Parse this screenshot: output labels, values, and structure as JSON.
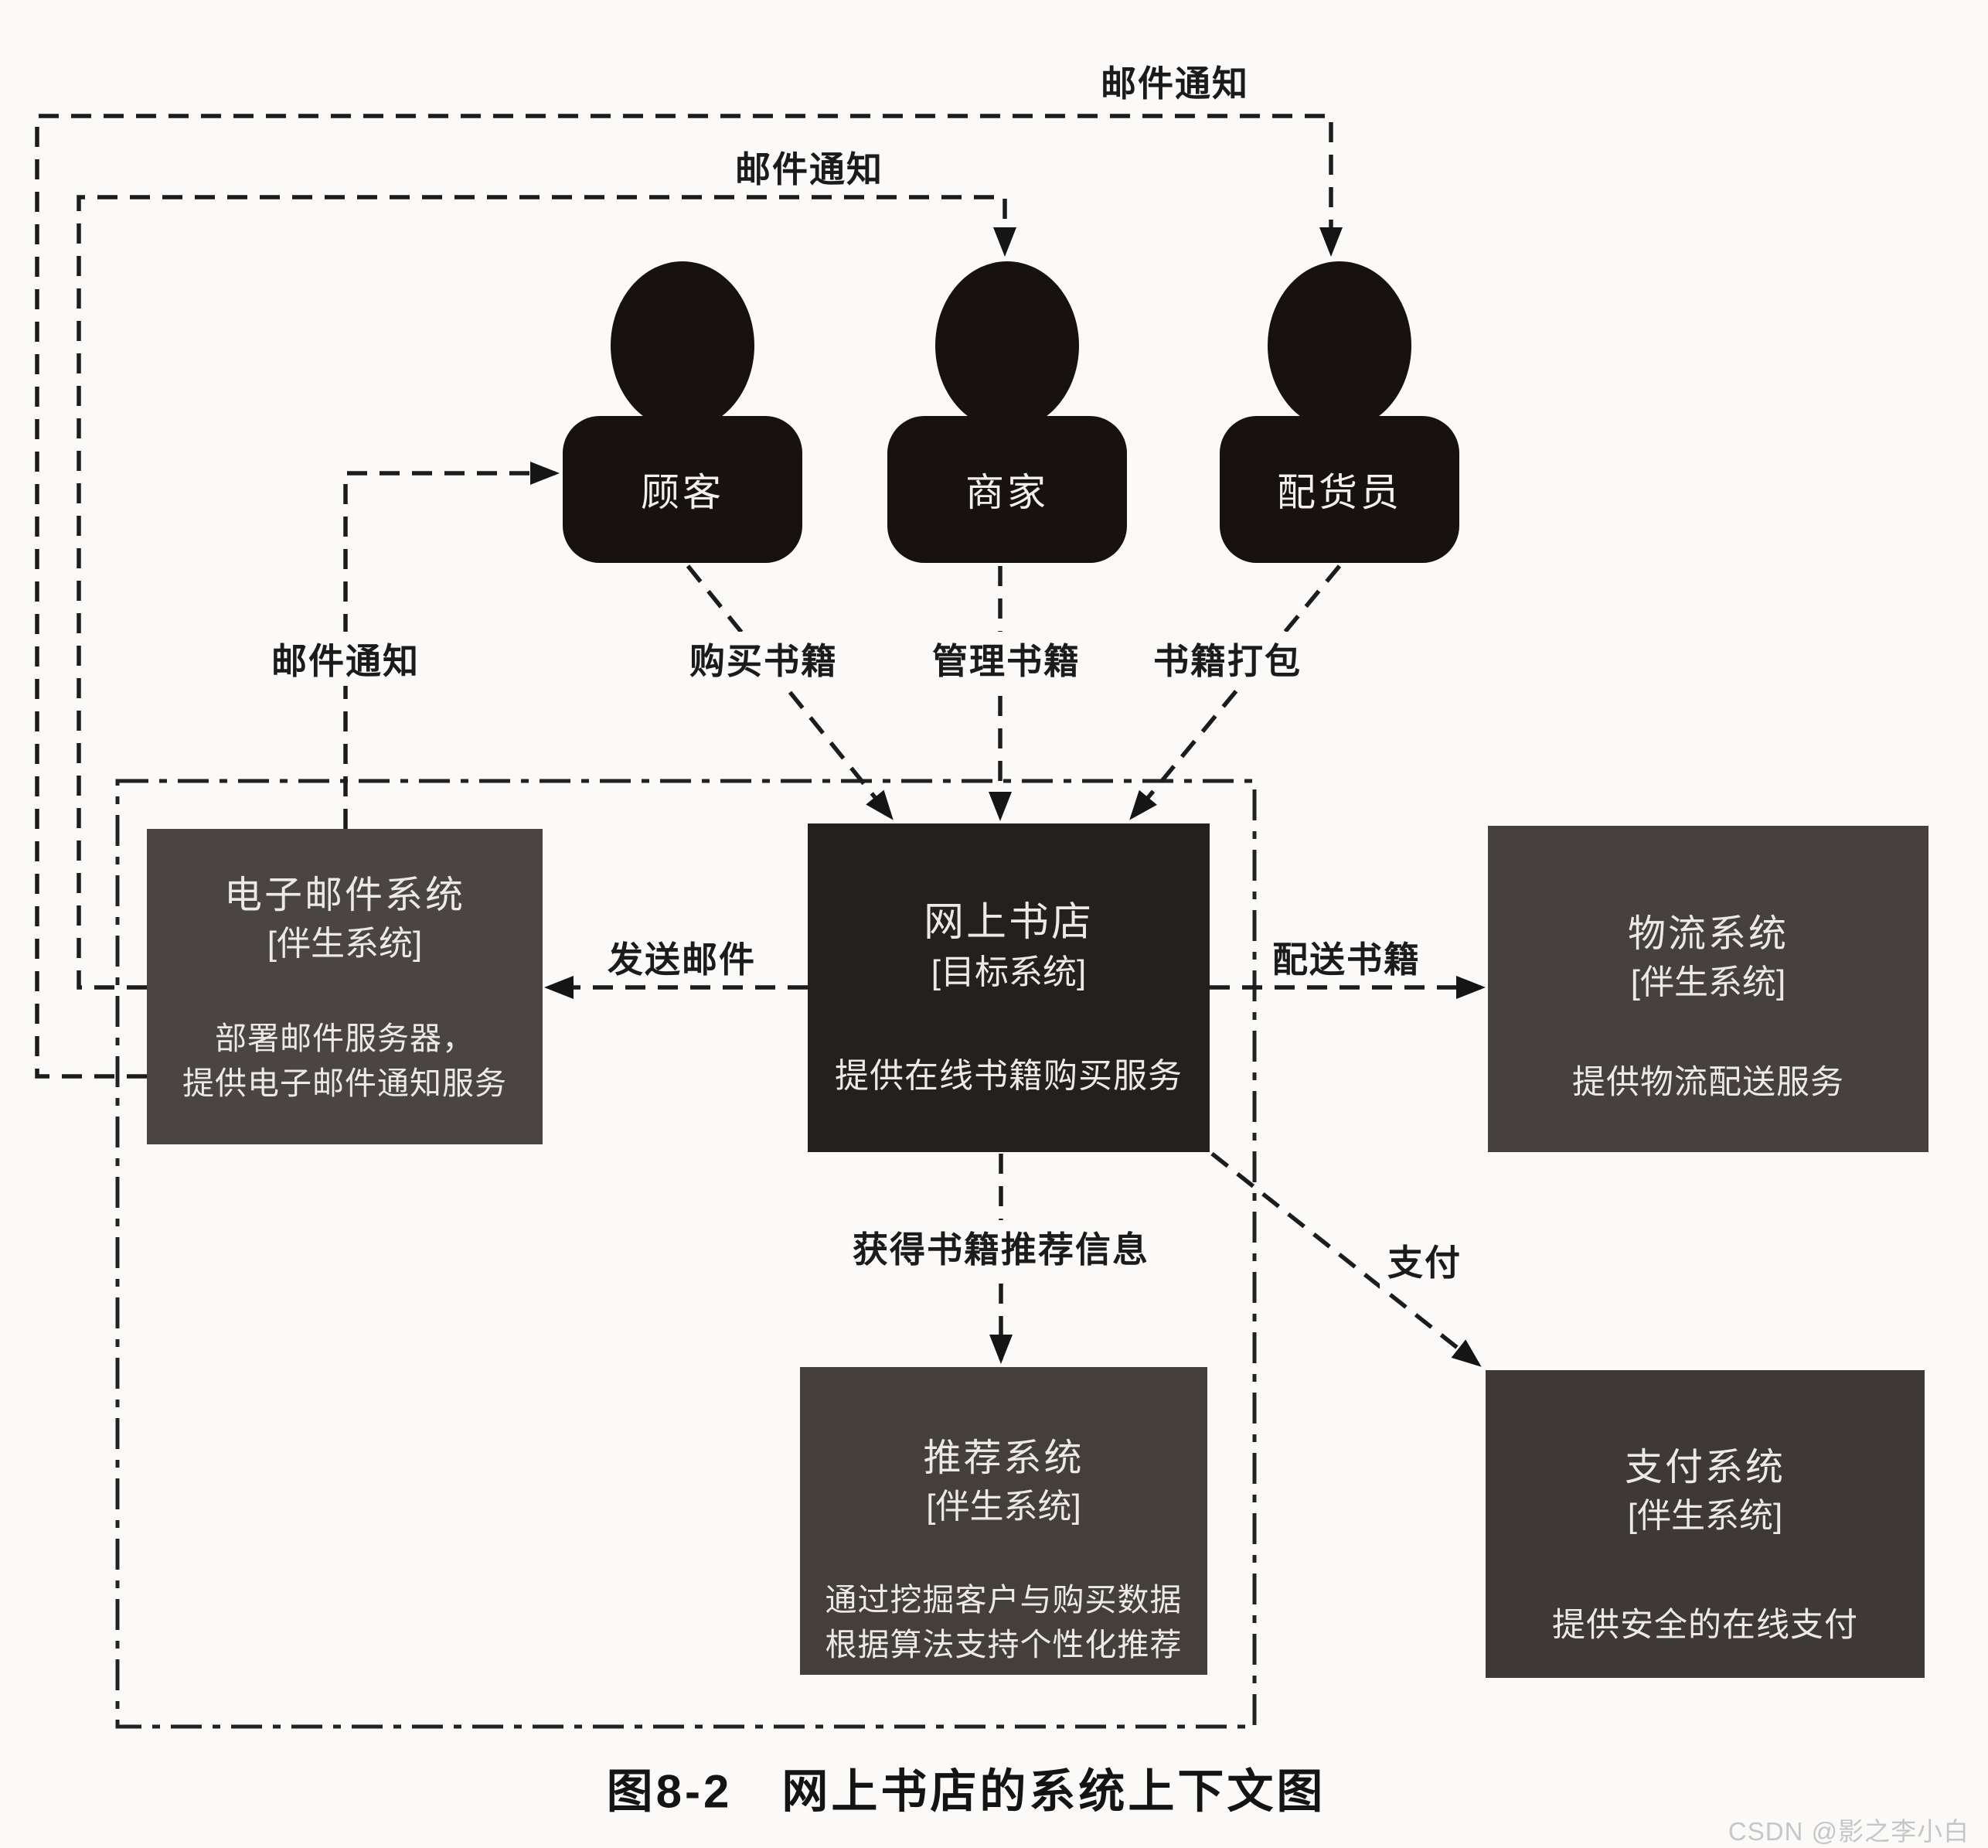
{
  "figure": {
    "caption": "图8-2　网上书店的系统上下文图",
    "watermark": "CSDN @影之李小白"
  },
  "actors": [
    {
      "label": "顾客"
    },
    {
      "label": "商家"
    },
    {
      "label": "配货员"
    }
  ],
  "systems": {
    "email": {
      "name": "电子邮件系统",
      "stereotype": "[伴生系统]",
      "desc": [
        "部署邮件服务器，",
        "提供电子邮件通知服务"
      ]
    },
    "bookstore": {
      "name": "网上书店",
      "stereotype": "[目标系统]",
      "desc": [
        "提供在线书籍购买服务"
      ]
    },
    "logistics": {
      "name": "物流系统",
      "stereotype": "[伴生系统]",
      "desc": [
        "提供物流配送服务"
      ]
    },
    "recommendation": {
      "name": "推荐系统",
      "stereotype": "[伴生系统]",
      "desc": [
        "通过挖掘客户与购买数据",
        "根据算法支持个性化推荐"
      ]
    },
    "payment": {
      "name": "支付系统",
      "stereotype": "[伴生系统]",
      "desc": [
        "提供安全的在线支付"
      ]
    }
  },
  "edge_labels": {
    "email_notify_to_deliverer": "邮件通知",
    "email_notify_to_merchant": "邮件通知",
    "email_notify_to_customer": "邮件通知",
    "buy_books": "购买书籍",
    "manage_books": "管理书籍",
    "pack_books": "书籍打包",
    "send_email": "发送邮件",
    "deliver_books": "配送书籍",
    "get_recommendation": "获得书籍推荐信息",
    "pay": "支付"
  },
  "edges": [
    {
      "from": "email",
      "to": "deliverer",
      "label_key": "email_notify_to_deliverer",
      "style": "dashed"
    },
    {
      "from": "email",
      "to": "merchant",
      "label_key": "email_notify_to_merchant",
      "style": "dashed"
    },
    {
      "from": "email",
      "to": "customer",
      "label_key": "email_notify_to_customer",
      "style": "dashed"
    },
    {
      "from": "customer",
      "to": "bookstore",
      "label_key": "buy_books",
      "style": "dashed"
    },
    {
      "from": "merchant",
      "to": "bookstore",
      "label_key": "manage_books",
      "style": "dashed"
    },
    {
      "from": "deliverer",
      "to": "bookstore",
      "label_key": "pack_books",
      "style": "dashed"
    },
    {
      "from": "bookstore",
      "to": "email",
      "label_key": "send_email",
      "style": "dashed"
    },
    {
      "from": "bookstore",
      "to": "logistics",
      "label_key": "deliver_books",
      "style": "dashed"
    },
    {
      "from": "bookstore",
      "to": "recommendation",
      "label_key": "get_recommendation",
      "style": "dashed"
    },
    {
      "from": "bookstore",
      "to": "payment",
      "label_key": "pay",
      "style": "dashed"
    }
  ],
  "colors": {
    "page_bg": "#fbfaf8",
    "actor_fill": "#17120f",
    "box_email": "#4a4542",
    "box_bookstore": "#24201d",
    "box_logistics": "#464140",
    "box_recommendation": "#453f3c",
    "box_payment": "#3e3936",
    "box_text": "#eceae6",
    "line": "#1c1c1c",
    "watermark_text": "#c6c6c6"
  }
}
